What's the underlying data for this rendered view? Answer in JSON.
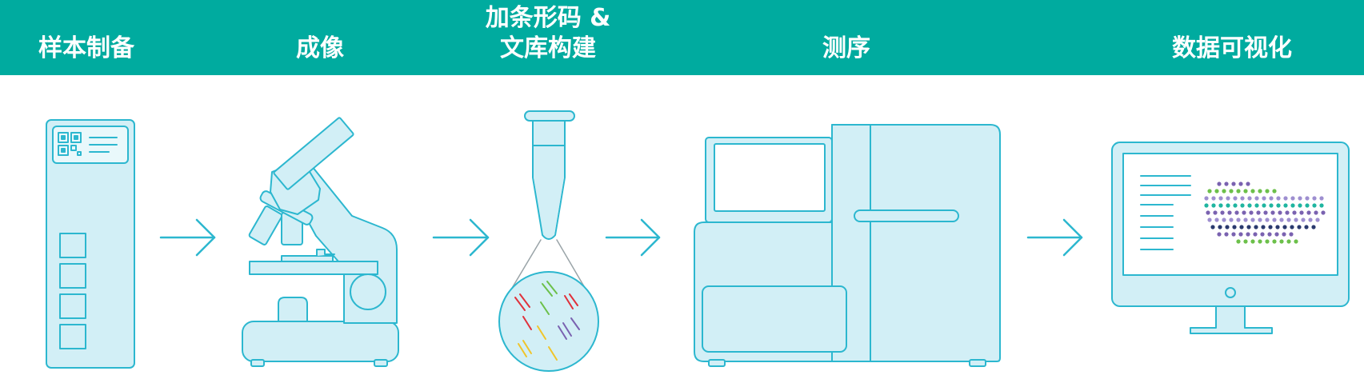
{
  "header": {
    "background": "#00ab9f",
    "steps": [
      {
        "title": "样本制备",
        "title_line2": ""
      },
      {
        "title": "成像",
        "title_line2": ""
      },
      {
        "title": "加条形码 &",
        "title_line2": "文库构建"
      },
      {
        "title": "测序",
        "title_line2": ""
      },
      {
        "title": "数据可视化",
        "title_line2": ""
      }
    ]
  },
  "colors": {
    "stroke": "#2cb7cf",
    "fill": "#d2eff6",
    "dot_teal": "#1fb5a0",
    "dot_green": "#6cc04a",
    "dot_purple": "#7a62b0",
    "dot_navy": "#2a3a6e",
    "dot_lavender": "#9e8fd0"
  },
  "icons": [
    {
      "name": "slide-icon"
    },
    {
      "name": "microscope-icon"
    },
    {
      "name": "tube-icon"
    },
    {
      "name": "sequencer-icon"
    },
    {
      "name": "monitor-icon"
    }
  ],
  "arrows": [
    "arrow-right-icon",
    "arrow-right-icon",
    "arrow-right-icon",
    "arrow-right-icon"
  ]
}
